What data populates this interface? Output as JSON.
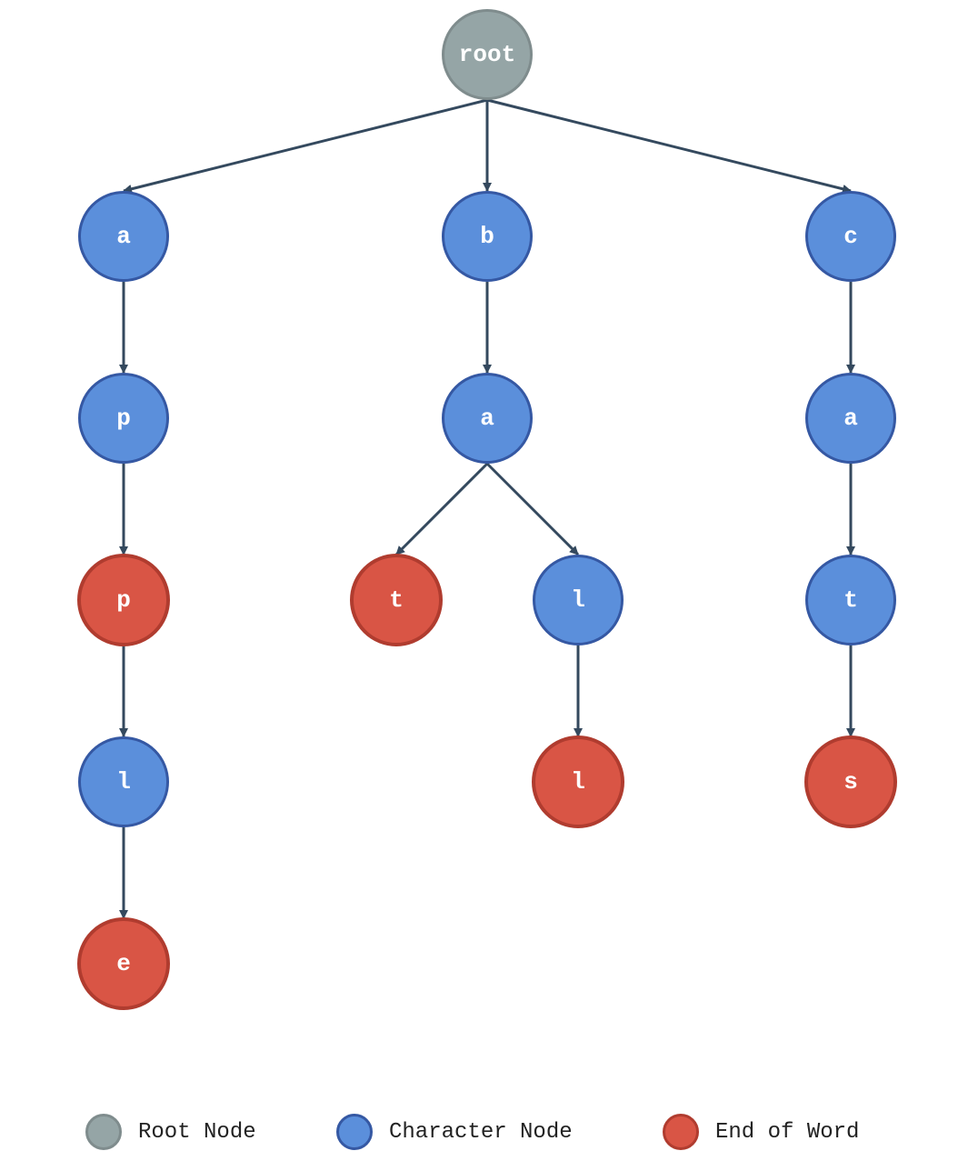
{
  "colors": {
    "edge": "#34495e",
    "root": {
      "fill": "#95a5a6",
      "stroke": "#7f8c8d"
    },
    "char": {
      "fill": "#5b8fdb",
      "stroke": "#3558a3"
    },
    "end": {
      "fill": "#d95545",
      "stroke": "#b03c2f"
    }
  },
  "nodes": [
    {
      "id": "root",
      "label": "root",
      "type": "root"
    },
    {
      "id": "a1",
      "label": "a",
      "type": "char",
      "parent": "root"
    },
    {
      "id": "p1",
      "label": "p",
      "type": "char",
      "parent": "a1"
    },
    {
      "id": "p2",
      "label": "p",
      "type": "end",
      "parent": "p1"
    },
    {
      "id": "l1",
      "label": "l",
      "type": "char",
      "parent": "p2"
    },
    {
      "id": "e1",
      "label": "e",
      "type": "end",
      "parent": "l1"
    },
    {
      "id": "b1",
      "label": "b",
      "type": "char",
      "parent": "root"
    },
    {
      "id": "a2",
      "label": "a",
      "type": "char",
      "parent": "b1"
    },
    {
      "id": "t1",
      "label": "t",
      "type": "end",
      "parent": "a2"
    },
    {
      "id": "l2",
      "label": "l",
      "type": "char",
      "parent": "a2"
    },
    {
      "id": "l3",
      "label": "l",
      "type": "end",
      "parent": "l2"
    },
    {
      "id": "c1",
      "label": "c",
      "type": "char",
      "parent": "root"
    },
    {
      "id": "a3",
      "label": "a",
      "type": "char",
      "parent": "c1"
    },
    {
      "id": "t2",
      "label": "t",
      "type": "char",
      "parent": "a3"
    },
    {
      "id": "s1",
      "label": "s",
      "type": "end",
      "parent": "t2"
    }
  ],
  "legend": [
    {
      "type": "root",
      "label": "Root Node"
    },
    {
      "type": "char",
      "label": "Character Node"
    },
    {
      "type": "end",
      "label": "End of Word"
    }
  ]
}
